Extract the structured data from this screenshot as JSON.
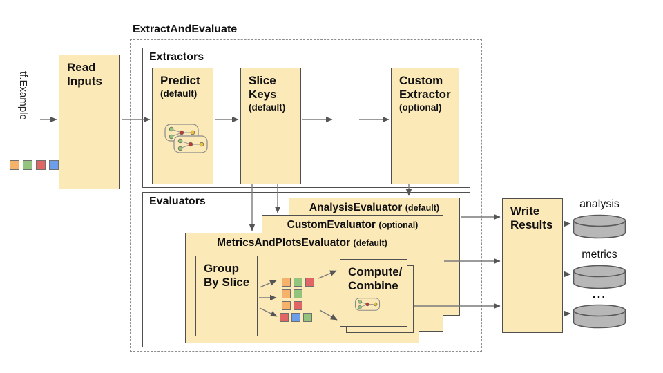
{
  "title": "ExtractAndEvaluate",
  "colors": {
    "box_fill": "#FCE9B8",
    "box_border": "#4f4f4f",
    "arrow": "#7a7a7a",
    "cylinder_fill": "#B7B7B7",
    "cylinder_stroke": "#595959",
    "orange": "#F6B26B",
    "green": "#93C47D",
    "red": "#E06666",
    "blue": "#6D9EEB"
  },
  "input": {
    "label": "tf.Example",
    "legend_squares": [
      "orange",
      "green",
      "red",
      "blue"
    ]
  },
  "read_inputs": {
    "title": "Read Inputs"
  },
  "extractors": {
    "label": "Extractors",
    "predict": {
      "title": "Predict",
      "sub": "(default)"
    },
    "slice_keys": {
      "title": "Slice Keys",
      "sub": "(default)"
    },
    "ellipsis": "...",
    "custom": {
      "title": "Custom Extractor",
      "sub": "(optional)"
    }
  },
  "evaluators": {
    "label": "Evaluators",
    "analysis": {
      "title": "AnalysisEvaluator",
      "sub": "(default)"
    },
    "custom": {
      "title": "CustomEvaluator",
      "sub": "(optional)"
    },
    "metrics_and_plots": {
      "title": "MetricsAndPlotsEvaluator",
      "sub": "(default)"
    },
    "group_by_slice": {
      "title": "Group By Slice"
    },
    "compute_combine": {
      "lines": [
        "Compute/",
        "Combine"
      ]
    },
    "slice_grid": [
      [
        "orange",
        "green",
        "red"
      ],
      [
        "orange",
        "green"
      ],
      [
        "orange",
        "red"
      ],
      [
        "red",
        "blue",
        "green"
      ]
    ]
  },
  "write_results": {
    "title": "Write Results"
  },
  "outputs": [
    {
      "label": "analysis"
    },
    {
      "label": "metrics"
    },
    {
      "label": "..."
    }
  ],
  "arrows": [
    [
      58,
      173,
      82,
      173
    ],
    [
      176,
      173,
      217,
      173
    ],
    [
      311,
      173,
      345,
      173
    ],
    [
      437,
      173,
      481,
      173
    ],
    [
      520,
      173,
      563,
      173
    ],
    [
      365,
      267,
      365,
      334
    ],
    [
      402,
      267,
      402,
      308
    ],
    [
      592,
      267,
      592,
      283
    ],
    [
      667,
      314,
      724,
      314
    ],
    [
      643,
      378,
      724,
      378
    ],
    [
      599,
      443,
      724,
      443
    ],
    [
      816,
      324,
      826,
      324
    ],
    [
      816,
      397,
      826,
      397
    ],
    [
      816,
      454,
      826,
      454
    ],
    [
      376,
      416,
      400,
      406
    ],
    [
      375,
      431,
      400,
      431
    ],
    [
      376,
      446,
      401,
      458
    ],
    [
      461,
      403,
      487,
      392
    ],
    [
      463,
      449,
      488,
      463
    ]
  ]
}
